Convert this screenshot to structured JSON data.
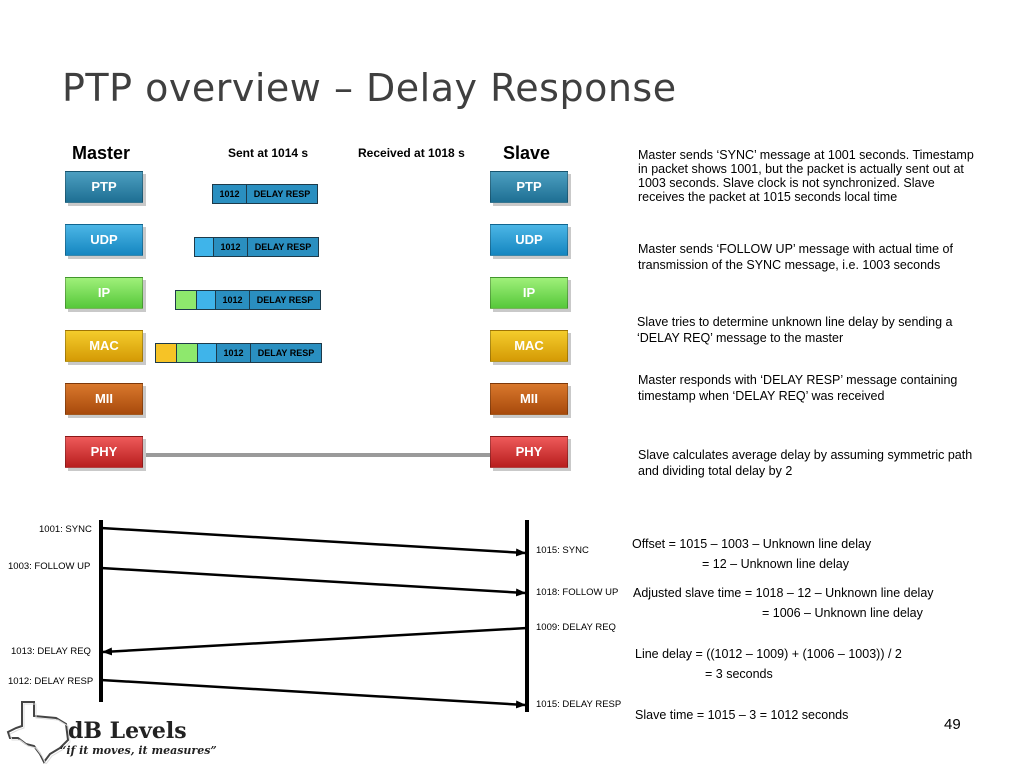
{
  "title": "PTP overview – Delay Response",
  "master_label": "Master",
  "slave_label": "Slave",
  "sent_label": "Sent at 1014 s",
  "received_label": "Received at  1018 s",
  "layers": [
    "PTP",
    "UDP",
    "IP",
    "MAC",
    "MII",
    "PHY"
  ],
  "packet": {
    "id": "1012",
    "message": "DELAY RESP"
  },
  "descriptions": [
    "Master sends ‘SYNC’ message at 1001 seconds. Timestamp in packet shows 1001,  but the packet is actually sent out at 1003 seconds. Slave clock is not synchronized. Slave receives the packet at 1015 seconds local time",
    "Master sends ‘FOLLOW UP’ message with actual time of transmission of the SYNC message, i.e. 1003 seconds",
    "Slave tries to determine unknown line delay by sending a ‘DELAY REQ’ message to the master",
    "Master responds with ‘DELAY RESP’ message containing timestamp when ‘DELAY REQ’ was received",
    "Slave calculates average delay by assuming symmetric path and dividing total delay by 2"
  ],
  "timeline": {
    "master_events": [
      "1001: SYNC",
      "1003: FOLLOW UP",
      "1013: DELAY REQ",
      "1012: DELAY RESP"
    ],
    "slave_events": [
      "1015: SYNC",
      "1018: FOLLOW UP",
      "1009: DELAY REQ",
      "1015: DELAY RESP"
    ]
  },
  "calculations": [
    "Offset = 1015 – 1003 – Unknown line delay",
    "= 12 – Unknown line delay",
    "Adjusted slave time = 1018 – 12  – Unknown line delay",
    "= 1006 – Unknown line delay",
    "Line delay = ((1012 – 1009) + (1006 – 1003)) / 2",
    "= 3 seconds",
    "Slave time = 1015 – 3 = 1012 seconds"
  ],
  "page_number": "49",
  "logo": {
    "brand": "dB Levels",
    "tagline": "“if it moves, it measures”"
  },
  "colors": {
    "ptp": "#2a86ad",
    "udp": "#2aa0d6",
    "ip": "#74dc54",
    "mac": "#e8b416",
    "mii": "#c0601a",
    "phy": "#d43a3a",
    "link": "#999999"
  }
}
